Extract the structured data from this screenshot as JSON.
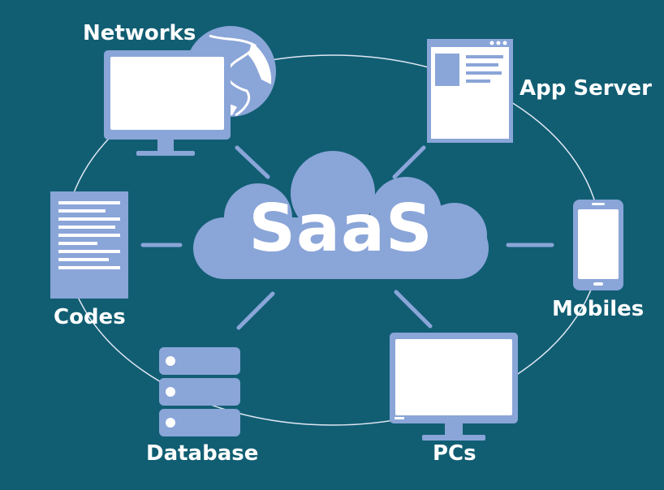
{
  "diagram": {
    "center": {
      "label": "SaaS"
    },
    "nodes": {
      "networks": "Networks",
      "app_server": "App Server",
      "codes": "Codes",
      "mobiles": "Mobiles",
      "database": "Database",
      "pcs": "PCs"
    }
  },
  "colors": {
    "background": "#115e73",
    "icon_fill": "#8aa5d8",
    "screen": "#ffffff",
    "line": "#dfe7f2"
  }
}
